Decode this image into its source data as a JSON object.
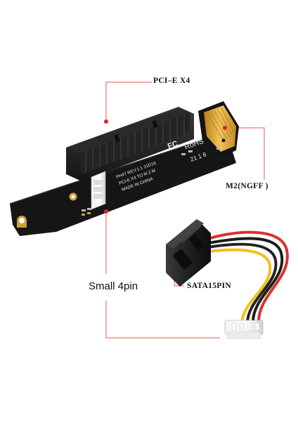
{
  "labels": {
    "pcie": "PCI–E X4",
    "m2": "M2(NGFF )",
    "small4pin": "Small 4pin",
    "sata": "SATA15PIN"
  },
  "board": {
    "rohs": "RoHS",
    "fc": "FC",
    "code": "21 1 6",
    "line1": "PH47  REV:1.1  21D16",
    "line2": "PCI-E X4 TO M.2 M",
    "line3": "MADE IN CHINA"
  },
  "colors": {
    "leader": "#e8555a",
    "dot": "#e3222a",
    "pcb": "#161616",
    "gold": "#d9a12e",
    "wire_red": "#d6342b",
    "wire_yellow": "#f0c21c",
    "wire_black": "#1c1c1c"
  }
}
